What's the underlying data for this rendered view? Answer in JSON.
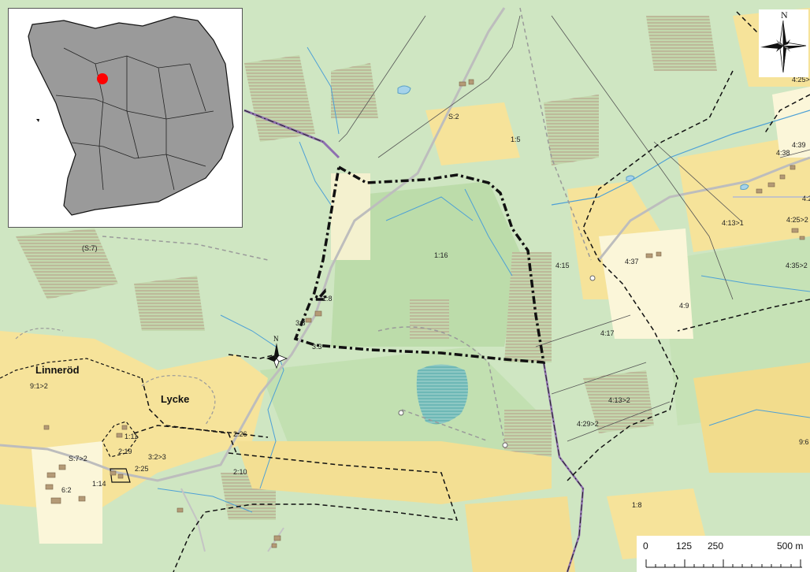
{
  "map": {
    "parcel_labels": [
      {
        "id": "s2",
        "text": "S:2"
      },
      {
        "id": "p1-5",
        "text": "1:5"
      },
      {
        "id": "s7",
        "text": "(S:7)"
      },
      {
        "id": "p1-16",
        "text": "1:16"
      },
      {
        "id": "p1-8a",
        "text": "1:8"
      },
      {
        "id": "p3-8",
        "text": "3:8"
      },
      {
        "id": "p3-3",
        "text": "3:3"
      },
      {
        "id": "p4-15",
        "text": "4:15"
      },
      {
        "id": "p4-37",
        "text": "4:37"
      },
      {
        "id": "p4-17",
        "text": "4:17"
      },
      {
        "id": "p4-9",
        "text": "4:9"
      },
      {
        "id": "p4-13-2",
        "text": "4:13>2"
      },
      {
        "id": "p4-29-2",
        "text": "4:29>2"
      },
      {
        "id": "p4-13-1",
        "text": "4:13>1"
      },
      {
        "id": "p4-25-2",
        "text": "4:25>2"
      },
      {
        "id": "p4-35-2",
        "text": "4:35>2"
      },
      {
        "id": "p4-38",
        "text": "4:38"
      },
      {
        "id": "p4-25-top",
        "text": "4:25>"
      },
      {
        "id": "p4-2",
        "text": "4:2"
      },
      {
        "id": "p4-39",
        "text": "4:39"
      },
      {
        "id": "p9-6",
        "text": "9:6"
      },
      {
        "id": "p9-1-2",
        "text": "9:1>2"
      },
      {
        "id": "p1-11",
        "text": "1:11"
      },
      {
        "id": "p2-19",
        "text": "2:19"
      },
      {
        "id": "p3-2-3",
        "text": "3:2>3"
      },
      {
        "id": "p2-25",
        "text": "2:25"
      },
      {
        "id": "p2-26",
        "text": "2:26"
      },
      {
        "id": "p2-10",
        "text": "2:10"
      },
      {
        "id": "s7-2",
        "text": "S:7>2"
      },
      {
        "id": "p1-14",
        "text": "1:14"
      },
      {
        "id": "p6-2",
        "text": "6:2"
      },
      {
        "id": "p1-8b",
        "text": "1:8"
      }
    ],
    "place_names": [
      {
        "id": "linnerod",
        "text": "Linneröd"
      },
      {
        "id": "lycke",
        "text": "Lycke"
      }
    ],
    "colors": {
      "forest": "#cfe6c2",
      "forest_dark": "#b8dba8",
      "field": "#f6e39a",
      "meadow": "#fbf6d9",
      "water": "#a6d3ea",
      "road": "#b9b9b9",
      "boundary": "#111111",
      "locator_dot": "#ff0000",
      "inset_land": "#9a9a9a"
    }
  },
  "compass": {
    "north_label": "N"
  },
  "small_north": {
    "north_label": "N"
  },
  "scale_bar": {
    "ticks": [
      "0",
      "125",
      "250",
      "500 m"
    ]
  }
}
